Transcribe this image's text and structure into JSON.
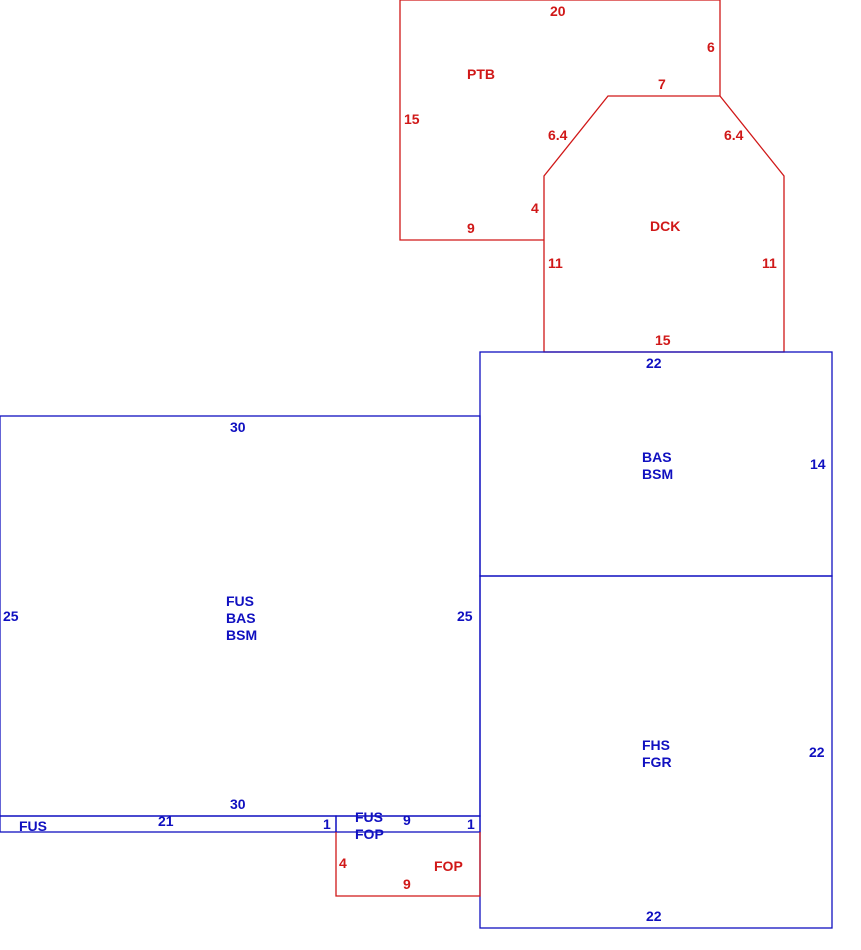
{
  "colors": {
    "living": "#1010c0",
    "exterior": "#d01818"
  },
  "areas": {
    "ptb": {
      "labels": [
        "PTB"
      ],
      "dims": {
        "top": "20",
        "right": "6",
        "left": "15",
        "bottom": "9"
      }
    },
    "dck": {
      "labels": [
        "DCK"
      ],
      "dims": {
        "top": "7",
        "upper_left": "6.4",
        "upper_right": "6.4",
        "left_short": "4",
        "left": "11",
        "right": "11",
        "bottom": "15"
      }
    },
    "bas_bsm": {
      "labels": [
        "BAS",
        "BSM"
      ],
      "dims": {
        "top": "22",
        "right": "14"
      }
    },
    "fus_bas_bsm": {
      "labels": [
        "FUS",
        "BAS",
        "BSM"
      ],
      "dims": {
        "top": "30",
        "left": "25",
        "right": "25",
        "bottom": "30"
      }
    },
    "fhs_fgr": {
      "labels": [
        "FHS",
        "FGR"
      ],
      "dims": {
        "right": "22",
        "bottom": "22"
      }
    },
    "fus_strip": {
      "labels": [
        "FUS"
      ],
      "dims": {
        "length": "21",
        "height": "1"
      }
    },
    "fus_fop_strip": {
      "labels": [
        "FUS",
        "FOP"
      ],
      "dims": {
        "length": "9",
        "height": "1"
      }
    },
    "fop": {
      "labels": [
        "FOP"
      ],
      "dims": {
        "left": "4",
        "bottom": "9"
      }
    }
  }
}
